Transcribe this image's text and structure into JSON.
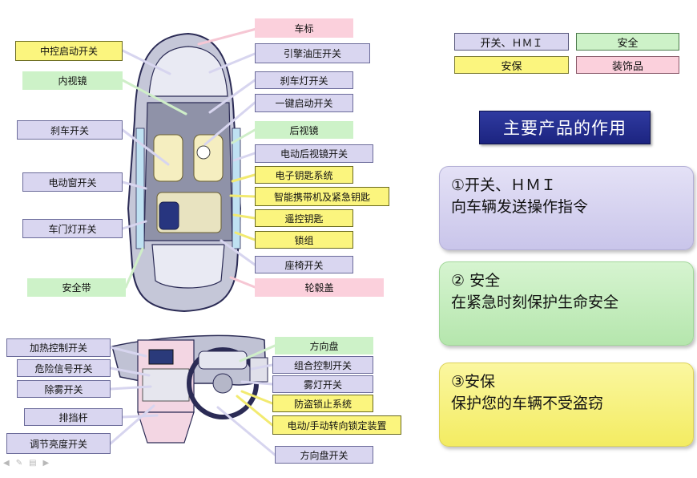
{
  "legend": {
    "switch_hmi": "开关、ＨＭＩ",
    "safety": "安全",
    "security": "安保",
    "decoration": "装饰品"
  },
  "title": "主要产品的作用",
  "panels": [
    {
      "line1": "①开关、ＨＭＩ",
      "line2": "向车辆发送操作指令"
    },
    {
      "line1": "②  安全",
      "line2": "在紧急时刻保护生命安全"
    },
    {
      "line1": "③安保",
      "line2": "保护您的车辆不受盗窃"
    }
  ],
  "car_labels": {
    "logo": "车标",
    "center_lock_switch": "中控启动开关",
    "oil_pressure_switch": "引擎油压开关",
    "inner_mirror": "内视镜",
    "brake_light_switch": "刹车灯开关",
    "one_key_start": "一键启动开关",
    "brake_switch": "刹车开关",
    "rear_mirror": "后视镜",
    "power_mirror_switch": "电动后视镜开关",
    "smart_key_system": "电子钥匙系统",
    "power_window_switch": "电动窗开关",
    "smart_key_emergency": "智能携带机及紧急钥匙",
    "remote_key": "遥控钥匙",
    "door_light_switch": "车门灯开关",
    "lock_set": "锁组",
    "seat_switch": "座椅开关",
    "seat_belt": "安全带",
    "wheel_cover": "轮毂盖"
  },
  "dash_labels": {
    "heating_switch": "加热控制开关",
    "hazard_switch": "危险信号开关",
    "defog_switch": "除雾开关",
    "gear_lever": "排挡杆",
    "brightness_switch": "调节亮度开关",
    "steering_wheel": "方向盘",
    "combination_switch": "组合控制开关",
    "fog_light_switch": "雾灯开关",
    "immobilizer": "防盗锁止系统",
    "steering_lock": "电动/手动转向锁定装置",
    "steering_switch": "方向盘开关"
  },
  "colors": {
    "switch_hmi": "#d9d6f0",
    "safety": "#cdf2c8",
    "security": "#fbf57e",
    "decoration": "#fbd0dc",
    "title_bg": "#1c2480"
  }
}
